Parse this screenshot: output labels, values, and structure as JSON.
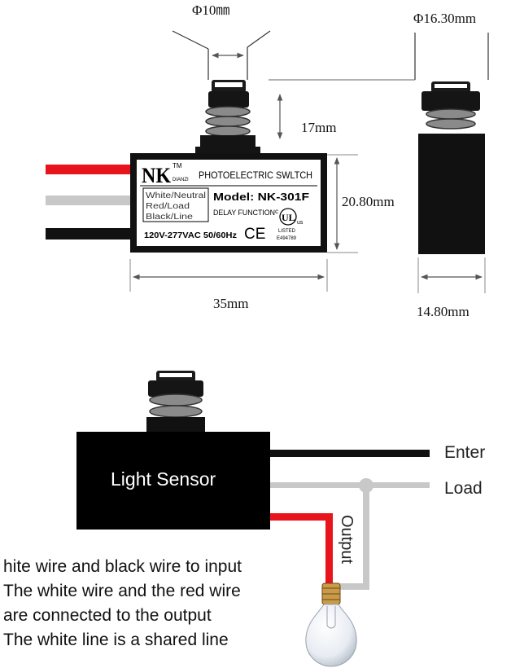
{
  "dimensions": {
    "lens_diameter": "Φ10㎜",
    "head_diameter": "Φ16.30mm",
    "head_height": "17mm",
    "body_height": "20.80mm",
    "body_length": "35mm",
    "side_width": "14.80mm"
  },
  "label": {
    "brand_letters": "NK",
    "trademark": "TM",
    "brand_name": "DIANZI",
    "product_title": "PHOTOELECTRIC SWLTCH",
    "wire_legend": [
      "White/Neutral",
      "Red/Load",
      "Black/Line"
    ],
    "model": "Model: NK-301F",
    "feature": "DELAY FUNCTION",
    "rating": "120V-277VAC 50/60Hz",
    "ce_mark": "CE",
    "ul_mark": "UL",
    "ul_c": "c",
    "ul_us": "us",
    "ul_listed": "LISTED",
    "ul_number": "E494789"
  },
  "wiring": {
    "sensor_label": "Light Sensor",
    "enter_label": "Enter",
    "load_label": "Load",
    "output_label": "Output"
  },
  "notes": [
    "hite wire and black wire to input",
    "The white wire and the red wire",
    "are connected to the output",
    "The white line is a shared line"
  ],
  "colors": {
    "red_wire": "#e8141b",
    "white_wire": "#c8c8c8",
    "black_wire": "#111111",
    "dimension_line": "#666666"
  }
}
